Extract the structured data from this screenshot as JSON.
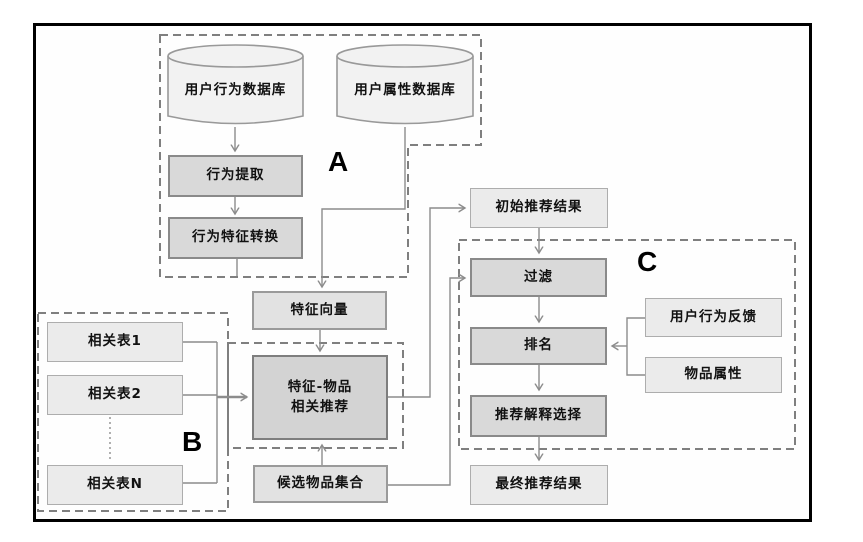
{
  "diagram": {
    "title_none_visible": "",
    "groups": {
      "a": {
        "label": "A"
      },
      "b": {
        "label": "B"
      },
      "c": {
        "label": "C"
      }
    },
    "nodes": {
      "user_behavior_db": {
        "label": "用户行为数据库",
        "type": "database"
      },
      "user_attr_db": {
        "label": "用户属性数据库",
        "type": "database"
      },
      "behavior_extract": {
        "label": "行为提取",
        "type": "process"
      },
      "behavior_feature_convert": {
        "label": "行为特征转换",
        "type": "process"
      },
      "feature_vector": {
        "label": "特征向量",
        "type": "data"
      },
      "related_table_1": {
        "label": "相关表1",
        "type": "data"
      },
      "related_table_2": {
        "label": "相关表2",
        "type": "data"
      },
      "related_table_n": {
        "label": "相关表N",
        "type": "data"
      },
      "feature_item_rec": {
        "label": "特征-物品\n相关推荐",
        "type": "process"
      },
      "candidate_items": {
        "label": "候选物品集合",
        "type": "data"
      },
      "initial_results": {
        "label": "初始推荐结果",
        "type": "data"
      },
      "filter": {
        "label": "过滤",
        "type": "process"
      },
      "ranking": {
        "label": "排名",
        "type": "process"
      },
      "explanation_select": {
        "label": "推荐解释选择",
        "type": "process"
      },
      "final_results": {
        "label": "最终推荐结果",
        "type": "data"
      },
      "user_feedback": {
        "label": "用户行为反馈",
        "type": "data"
      },
      "item_attrs": {
        "label": "物品属性",
        "type": "data"
      }
    },
    "edges": [
      {
        "from": "user_behavior_db",
        "to": "behavior_extract"
      },
      {
        "from": "behavior_extract",
        "to": "behavior_feature_convert"
      },
      {
        "from": "behavior_feature_convert",
        "to": "feature_vector"
      },
      {
        "from": "user_attr_db",
        "to": "feature_vector"
      },
      {
        "from": "feature_vector",
        "to": "feature_item_rec"
      },
      {
        "from": "related_table_1",
        "to": "feature_item_rec"
      },
      {
        "from": "related_table_2",
        "to": "feature_item_rec"
      },
      {
        "from": "related_table_n",
        "to": "feature_item_rec"
      },
      {
        "from": "candidate_items",
        "to": "feature_item_rec"
      },
      {
        "from": "feature_item_rec",
        "to": "initial_results"
      },
      {
        "from": "initial_results",
        "to": "filter"
      },
      {
        "from": "candidate_items",
        "to": "filter"
      },
      {
        "from": "filter",
        "to": "ranking"
      },
      {
        "from": "user_feedback",
        "to": "ranking"
      },
      {
        "from": "item_attrs",
        "to": "ranking"
      },
      {
        "from": "ranking",
        "to": "explanation_select"
      },
      {
        "from": "explanation_select",
        "to": "final_results"
      }
    ],
    "colors": {
      "frame_border": "#000000",
      "dashed_outline": "#7f7f7f",
      "connector": "#8c8c8c",
      "box_shaded_fill": "#d9d9d9",
      "box_light_fill": "#ebebeb",
      "box_core_fill": "#d3d3d3",
      "cylinder_fill": "#f2f2f2",
      "text": "#111111"
    }
  }
}
